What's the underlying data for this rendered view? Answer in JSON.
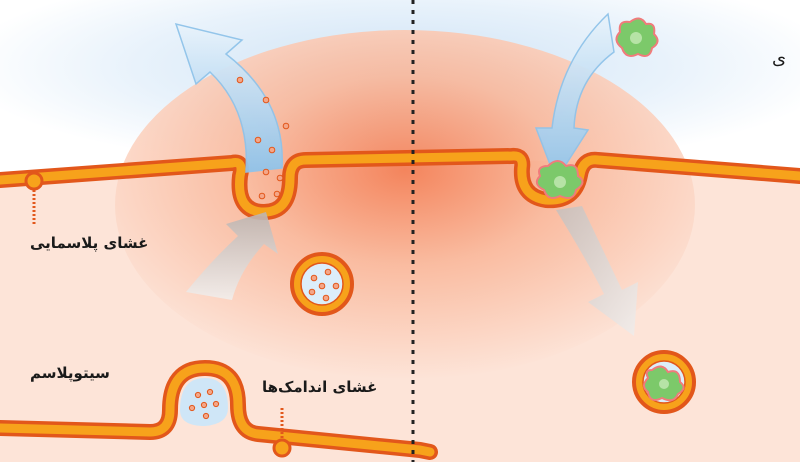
{
  "labels": {
    "plasma_membrane": "غشای پلاسمایی",
    "cytoplasm": "سیتوپلاسم",
    "organelle_membrane": "غشای اندامک‌ها",
    "partial_right": "ی"
  },
  "colors": {
    "membrane_fill": "#f7a21b",
    "membrane_stroke": "#e2571b",
    "cytoplasm": "#fde4d8",
    "blue_arrow": "#cfe6f7",
    "grey_arrow": "#d9d4d2",
    "particle": "#f4a688",
    "cargo": "#7cc96a"
  }
}
